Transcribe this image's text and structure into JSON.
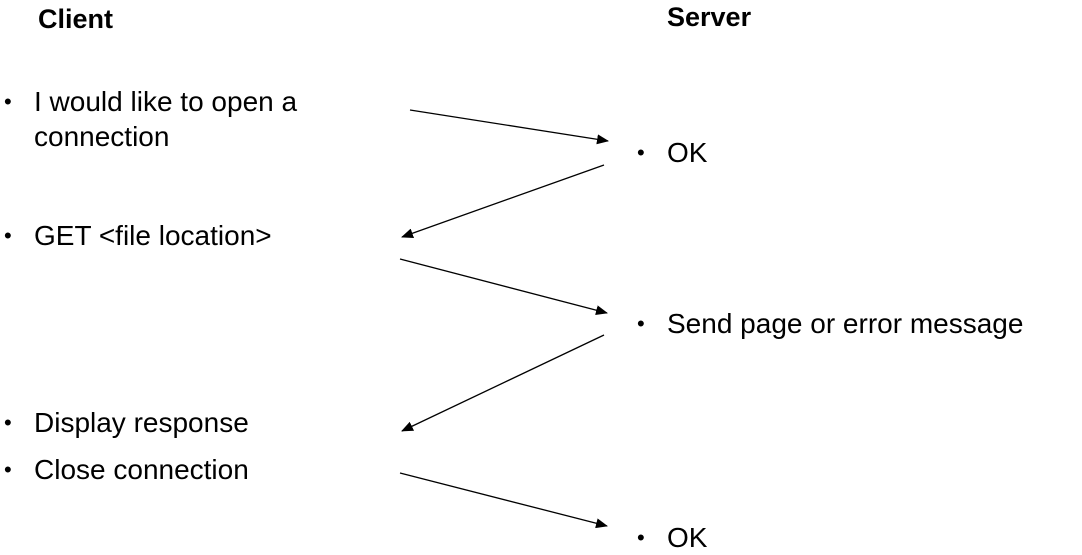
{
  "client": {
    "heading": "Client",
    "items": [
      {
        "bullet": "•",
        "text": "I would like to open a connection"
      },
      {
        "bullet": "•",
        "text": "GET <file location>"
      },
      {
        "bullet": "•",
        "text": "Display response"
      },
      {
        "bullet": "•",
        "text": "Close connection"
      }
    ]
  },
  "server": {
    "heading": "Server",
    "items": [
      {
        "bullet": "•",
        "text": "OK"
      },
      {
        "bullet": "•",
        "text": "Send page or error message"
      },
      {
        "bullet": "•",
        "text": "OK"
      }
    ]
  },
  "colors": {
    "text": "#000000",
    "arrow": "#000000",
    "background": "#ffffff"
  }
}
